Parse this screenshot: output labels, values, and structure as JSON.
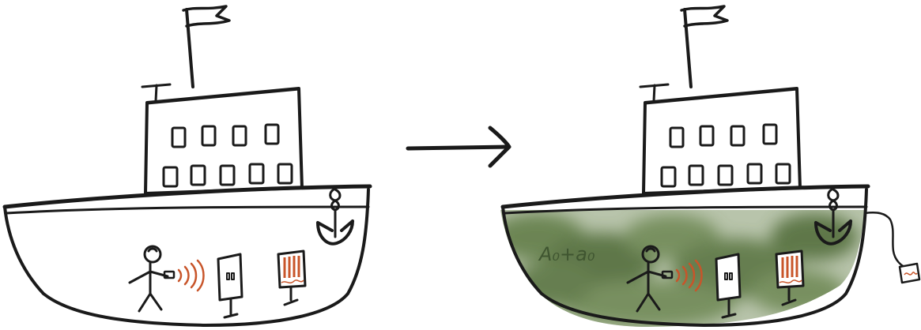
{
  "diagram": {
    "right_ship_label": "A₀+a₀",
    "colors": {
      "ink": "#1a1a1a",
      "accent": "#c8552a",
      "algae": "#5f7a45"
    },
    "panels": [
      {
        "name": "ship-before",
        "fouled": false,
        "external_sensor": false
      },
      {
        "name": "ship-after",
        "fouled": true,
        "external_sensor": true
      }
    ],
    "arrow_icon": "arrow-right-icon"
  }
}
